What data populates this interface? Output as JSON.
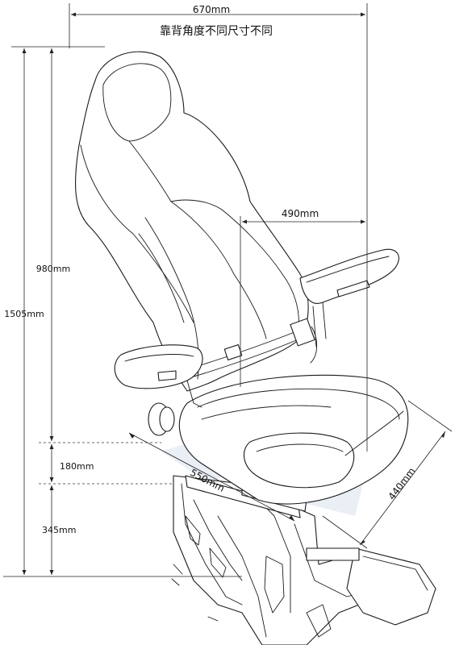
{
  "labels": {
    "width_total": "670mm",
    "note": "靠背角度不同尺寸不同",
    "armrest_span": "490mm",
    "backrest_height": "980mm",
    "total_height": "1505mm",
    "cushion_gap": "180mm",
    "base_height": "345mm",
    "seat_width": "550mm",
    "seat_depth": "440mm"
  }
}
